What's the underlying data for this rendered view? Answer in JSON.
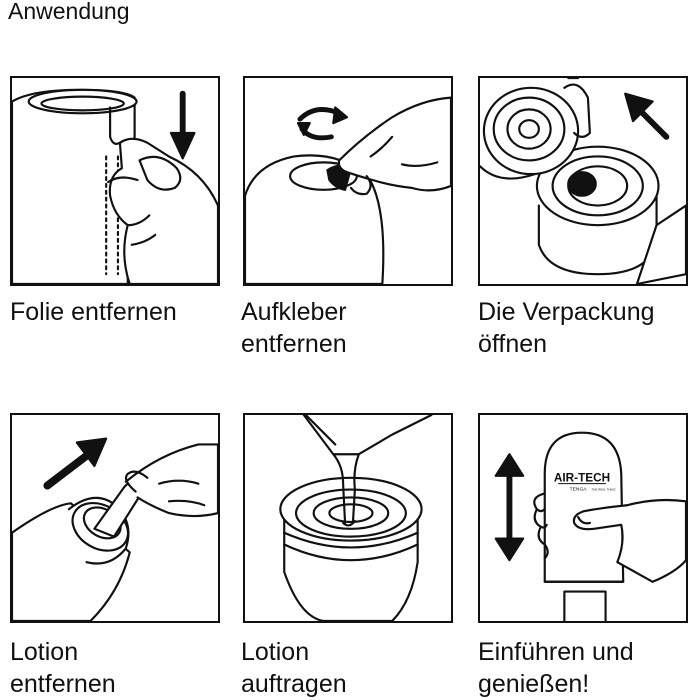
{
  "heading": "Anwendung",
  "steps": [
    {
      "line1": "Folie entfernen",
      "line2": ""
    },
    {
      "line1": "Aufkleber",
      "line2": "entfernen"
    },
    {
      "line1": "Die Verpackung",
      "line2": "öffnen"
    },
    {
      "line1": "Lotion",
      "line2": "entfernen"
    },
    {
      "line1": "Lotion",
      "line2": "auftragen"
    },
    {
      "line1": "Einführen und",
      "line2": "genießen!"
    }
  ],
  "device_label": {
    "brand": "AIR-TECH",
    "sub": "TENGA",
    "tagline": "THE REAL THING"
  },
  "colors": {
    "ink": "#111111",
    "paper": "#ffffff"
  }
}
